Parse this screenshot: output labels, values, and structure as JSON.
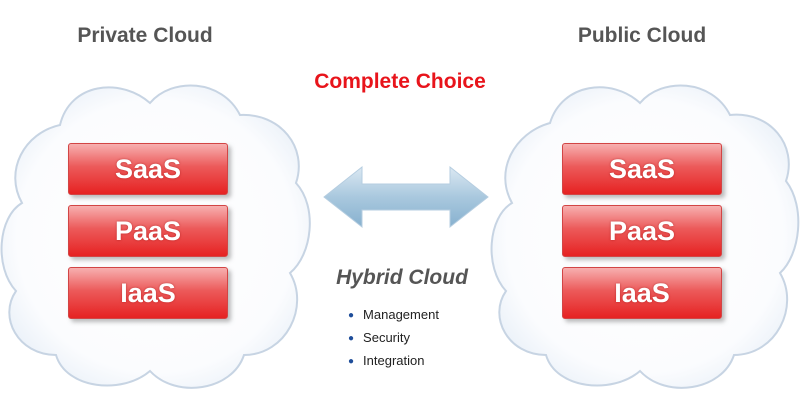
{
  "private_cloud": {
    "title": "Private Cloud",
    "layers": [
      "SaaS",
      "PaaS",
      "IaaS"
    ]
  },
  "public_cloud": {
    "title": "Public Cloud",
    "layers": [
      "SaaS",
      "PaaS",
      "IaaS"
    ]
  },
  "center": {
    "headline": "Complete Choice",
    "hybrid_title": "Hybrid Cloud",
    "features": [
      "Management",
      "Security",
      "Integration"
    ]
  },
  "colors": {
    "headline": "#e8141b",
    "layer_red": "#e62222",
    "title_gray": "#555555",
    "cloud_outline": "#c7d4e3",
    "arrow_blue": "#9fc3dc",
    "bullet_blue": "#1f4e9a"
  },
  "icons": {
    "clouds": "cloud-shape",
    "arrow": "double-headed-arrow",
    "bullets": "bullet-dot"
  }
}
